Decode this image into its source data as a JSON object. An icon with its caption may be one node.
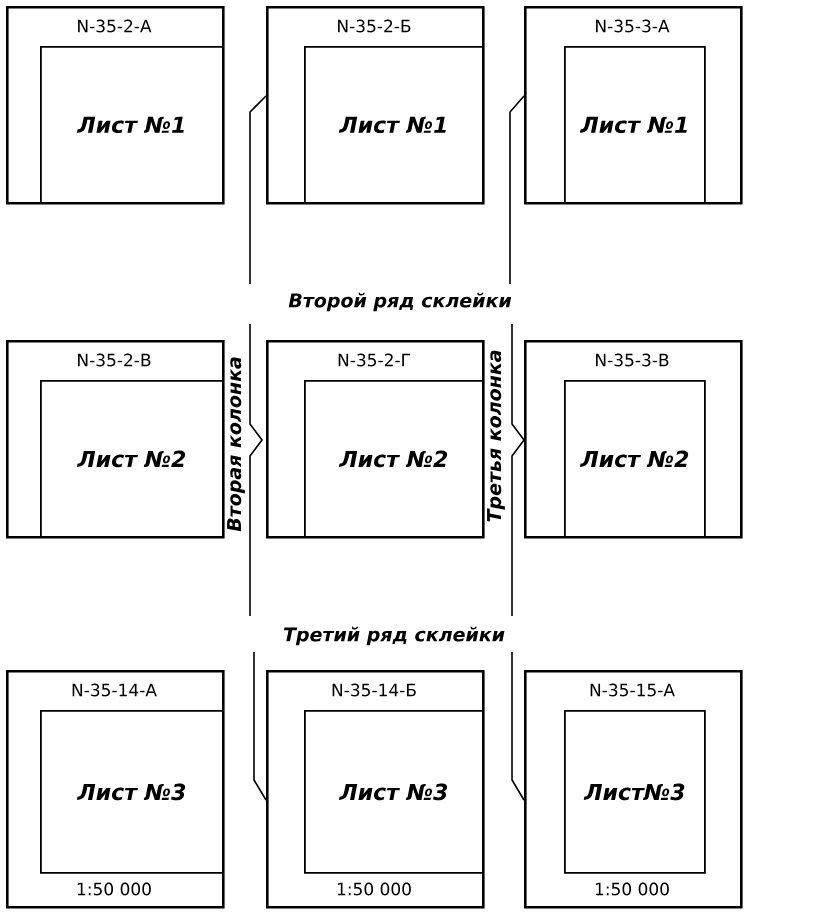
{
  "diagram": {
    "nodes": [
      {
        "text": [
          "N-35-2-А"
        ]
      },
      {
        "text": [
          "Лист №1"
        ],
        "in": 0
      },
      {
        "text": [
          "N-35-2-Б"
        ]
      },
      {
        "text": [
          "Лист №1"
        ],
        "in": 2
      },
      {
        "text": [
          "N-35-3-А"
        ]
      },
      {
        "text": [
          "Лист №1"
        ],
        "in": 4
      },
      {
        "text": [
          "N-35-2-В"
        ]
      },
      {
        "text": [
          "Лист №2"
        ],
        "in": 6
      },
      {
        "text": [
          "N-35-2-Г"
        ]
      },
      {
        "text": [
          "Лист №2"
        ],
        "in": 8
      },
      {
        "text": [
          "N-35-3-В"
        ]
      },
      {
        "text": [
          "Лист №2"
        ],
        "in": 10
      },
      {
        "text": [
          "N-35-14-А",
          "1:50 000"
        ]
      },
      {
        "text": [
          "Лист №3"
        ],
        "in": 12
      },
      {
        "text": [
          "N-35-14-Б",
          "1:50 000"
        ]
      },
      {
        "text": [
          "Лист №3"
        ],
        "in": 14
      },
      {
        "text": [
          "N-35-15-А",
          "1:50 000"
        ]
      },
      {
        "text": [
          "Лист№3"
        ],
        "in": 16
      }
    ],
    "edges": [],
    "labels": [
      "Второй ряд склейки",
      "Вторая колонка",
      "Третья колонка",
      "Третий ряд склейки"
    ]
  }
}
